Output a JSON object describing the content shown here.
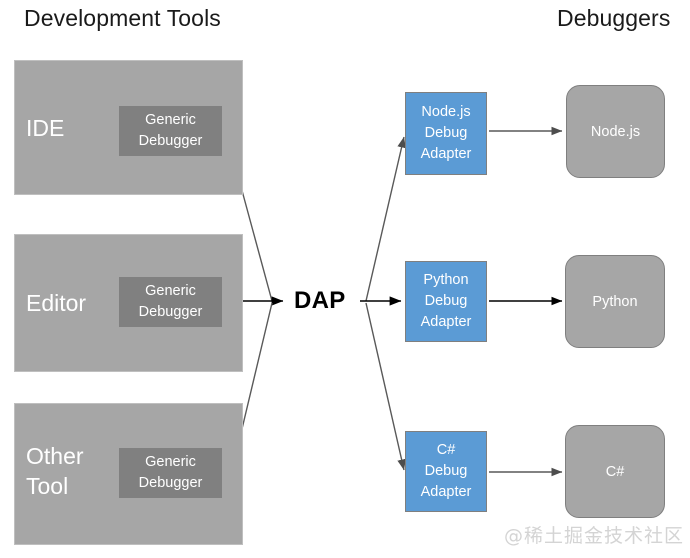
{
  "headers": {
    "left": "Development Tools",
    "right": "Debuggers"
  },
  "center": {
    "protocol_label": "DAP"
  },
  "tools": [
    {
      "name": "IDE",
      "inner_label": "Generic\nDebugger"
    },
    {
      "name": "Editor",
      "inner_label": "Generic\nDebugger"
    },
    {
      "name": "Other\nTool",
      "inner_label": "Generic\nDebugger"
    }
  ],
  "adapters": [
    {
      "label": "Node.js\nDebug\nAdapter"
    },
    {
      "label": "Python\nDebug\nAdapter"
    },
    {
      "label": "C#\nDebug\nAdapter"
    }
  ],
  "runtimes": [
    {
      "label": "Node.js"
    },
    {
      "label": "Python"
    },
    {
      "label": "C#"
    }
  ],
  "watermark": "@稀土掘金技术社区",
  "colors": {
    "tool_fill": "#a6a6a6",
    "inner_fill": "#808080",
    "adapter_fill": "#5B9BD5",
    "runtime_fill": "#a6a6a6",
    "edge_stroke": "#595959",
    "arrow_black": "#000000",
    "text_light": "#ffffff",
    "text_dark": "#1a1a1a"
  }
}
